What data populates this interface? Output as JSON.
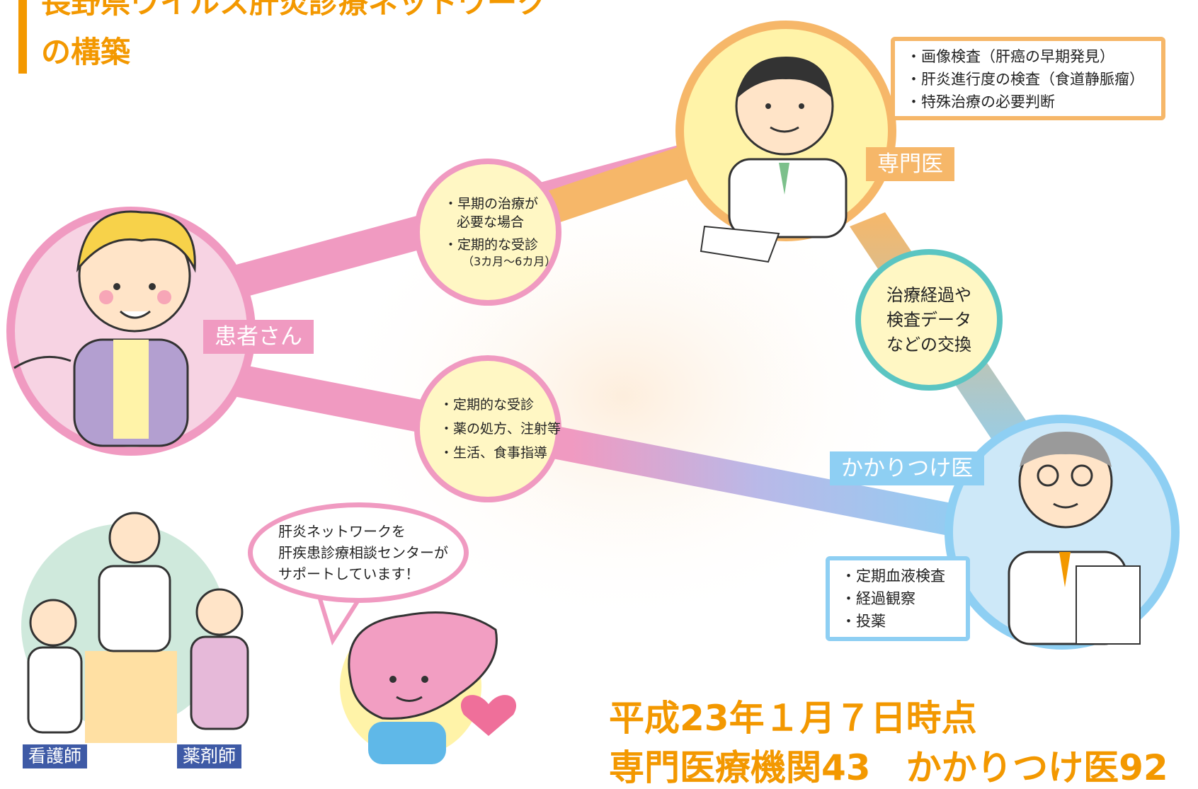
{
  "title": {
    "line1": "長野県ウイルス肝炎診療ネットワーク",
    "line2": "の構築"
  },
  "colors": {
    "accent_orange": "#f39800",
    "patient_pink": "#f09ac1",
    "specialist_orange": "#f6b769",
    "family_blue": "#8ecff3",
    "exchange_teal": "#5bc5c2",
    "bubble_yellow": "#fff7c4",
    "staff_label_blue": "#3e5aa6"
  },
  "roles": {
    "patient": "患者さん",
    "specialist": "専門医",
    "family_doctor": "かかりつけ医"
  },
  "bubble_patient_specialist": {
    "items": [
      "・早期の治療が",
      "必要な場合",
      "・定期的な受診",
      "（3カ月～6カ月）"
    ]
  },
  "bubble_patient_family": {
    "items": [
      "・定期的な受診",
      "・薬の処方、注射等",
      "・生活、食事指導"
    ]
  },
  "bubble_exchange": {
    "lines": [
      "治療経過や",
      "検査データ",
      "などの交換"
    ]
  },
  "specialist_tasks": [
    "・画像検査（肝癌の早期発見）",
    "・肝炎進行度の検査（食道静脈瘤）",
    "・特殊治療の必要判断"
  ],
  "family_doctor_tasks": [
    "・定期血液検査",
    "・経過観察",
    "・投薬"
  ],
  "speech": {
    "lines": [
      "肝炎ネットワークを",
      "肝疾患診療相談センターが",
      "サポートしています！"
    ]
  },
  "staff": {
    "nurse": "看護師",
    "pharmacist": "薬剤師"
  },
  "stats": {
    "line1": "平成23年１月７日時点",
    "line2": "専門医療機関43　かかりつけ医92"
  },
  "icons": [
    "patient-figure-icon",
    "specialist-doctor-icon",
    "family-doctor-icon",
    "liver-mascot-icon",
    "heart-icon",
    "staff-group-icon"
  ]
}
